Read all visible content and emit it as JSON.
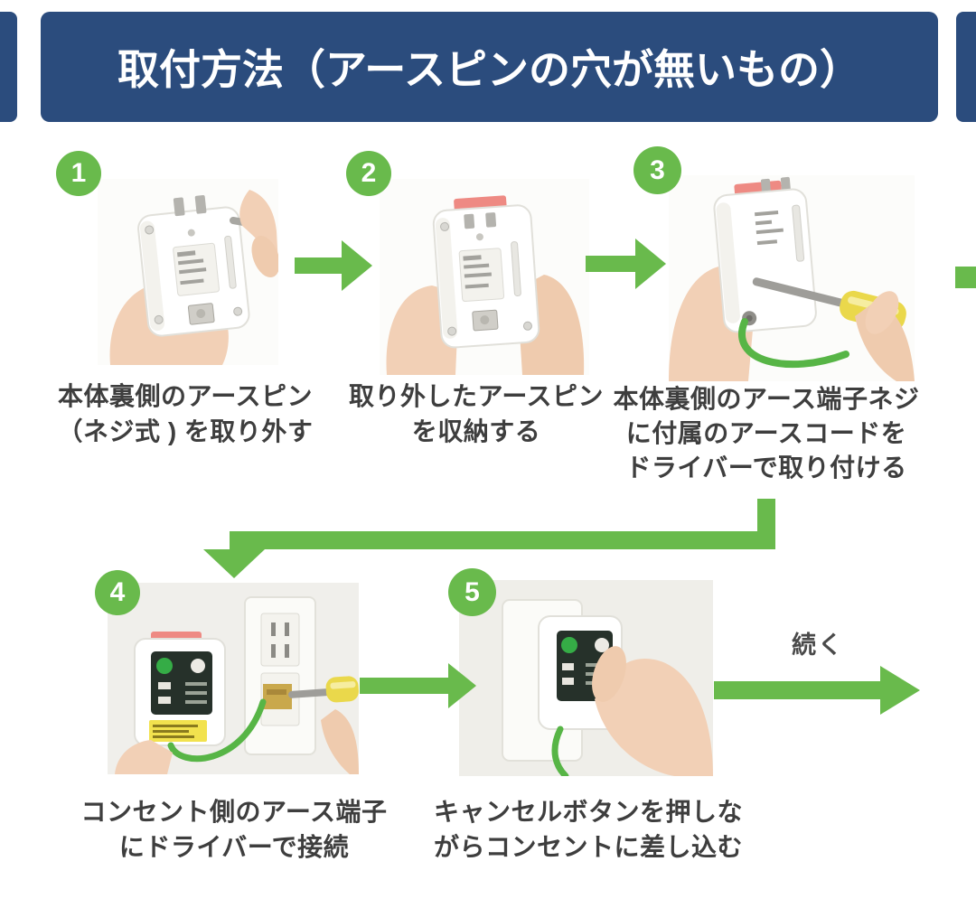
{
  "colors": {
    "header_navy": "#2b4c7d",
    "accent_green": "#69ba4c",
    "caption_gray": "#3e3e3e",
    "background": "#ffffff"
  },
  "header": {
    "title": "取付方法（アースピンの穴が無いもの）"
  },
  "steps": [
    {
      "number": "1",
      "caption_lines": [
        "本体裏側のアースピン",
        "（ネジ式 ) を取り外す"
      ],
      "photo": "hands-removing-screw-type-earth-pin-from-device-back"
    },
    {
      "number": "2",
      "caption_lines": [
        "取り外したアースピン",
        "を収納する"
      ],
      "photo": "hands-storing-removed-earth-pin-in-device-back-slot"
    },
    {
      "number": "3",
      "caption_lines": [
        "本体裏側のアース端子ネジ",
        "に付属のアースコードを",
        "ドライバーで取り付ける"
      ],
      "photo": "attaching-green-earth-cord-to-terminal-screw-with-screwdriver"
    },
    {
      "number": "4",
      "caption_lines": [
        "コンセント側のアース端子",
        "にドライバーで接続"
      ],
      "photo": "connecting-earth-cord-to-wall-outlet-terminal-with-screwdriver"
    },
    {
      "number": "5",
      "caption_lines": [
        "キャンセルボタンを押しな",
        "がらコンセントに差し込む"
      ],
      "photo": "hand-pressing-cancel-button-while-plugging-device-into-outlet"
    }
  ],
  "continue_label": "続く",
  "icons": {
    "arrow_right_icon": "triangle-right-with-shaft",
    "arrow_down_icon": "triangle-down-with-elbow-shaft"
  }
}
